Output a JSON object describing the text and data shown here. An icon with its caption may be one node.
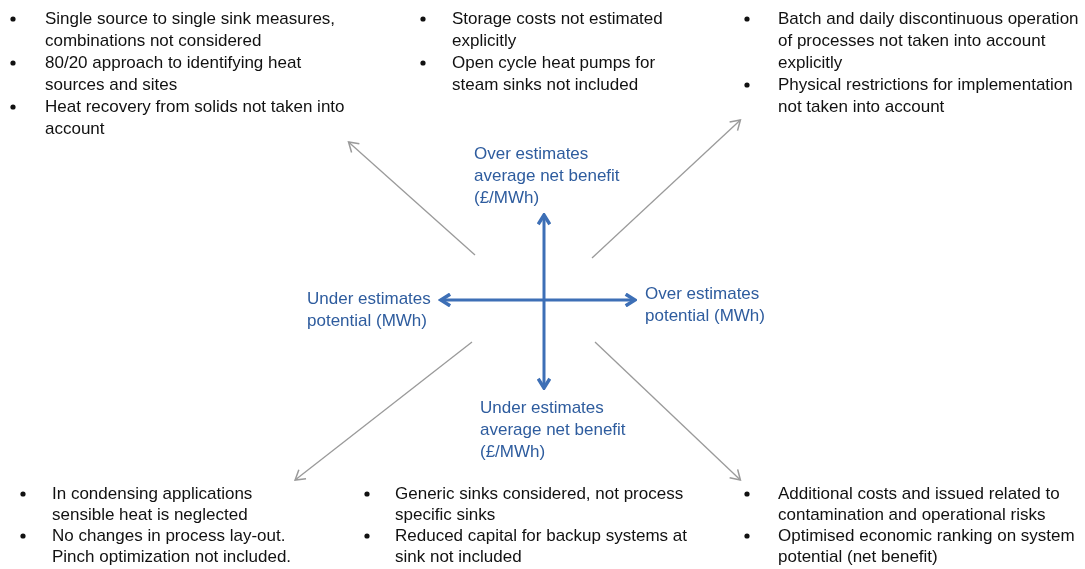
{
  "diagram": {
    "nodes": [
      {
        "text": [
          "Single source to single sink measures, combinations not considered",
          "80/20 approach to identifying heat sources and sites",
          "Heat recovery from solids not taken into account"
        ]
      },
      {
        "text": [
          "Storage costs not estimated explicitly",
          "Open cycle heat pumps for steam sinks not included"
        ]
      },
      {
        "text": [
          "Batch and daily discontinuous operation of processes not taken into account explicitly",
          "Physical restrictions for implementation not taken into account"
        ]
      },
      {
        "text": [
          "Over estimates average net benefit (£/MWh)"
        ]
      },
      {
        "text": [
          "Under estimates potential (MWh)"
        ]
      },
      {
        "text": [
          "Over estimates potential (MWh)"
        ]
      },
      {
        "text": [
          "Under estimates average net benefit (£/MWh)"
        ]
      },
      {
        "text": [
          "In condensing applications sensible heat is neglected",
          "No changes in process lay-out. Pinch optimization not included."
        ]
      },
      {
        "text": [
          "Generic sinks considered, not process specific sinks",
          "Reduced capital for backup systems at sink not included"
        ]
      },
      {
        "text": [
          "Additional costs and issued related to contamination and operational risks",
          "Optimised economic ranking on system potential (net benefit)"
        ]
      }
    ],
    "edges": [
      {
        "from": 3,
        "to": 6,
        "arrow": "both",
        "style": "thick",
        "color": "#3d6fb6"
      },
      {
        "from": 4,
        "to": 5,
        "arrow": "both",
        "style": "thick",
        "color": "#3d6fb6"
      },
      {
        "from": null,
        "to": 0,
        "arrow": "to"
      },
      {
        "from": null,
        "to": 2,
        "arrow": "to"
      },
      {
        "from": null,
        "to": 7,
        "arrow": "to"
      },
      {
        "from": null,
        "to": 9,
        "arrow": "to"
      }
    ]
  }
}
